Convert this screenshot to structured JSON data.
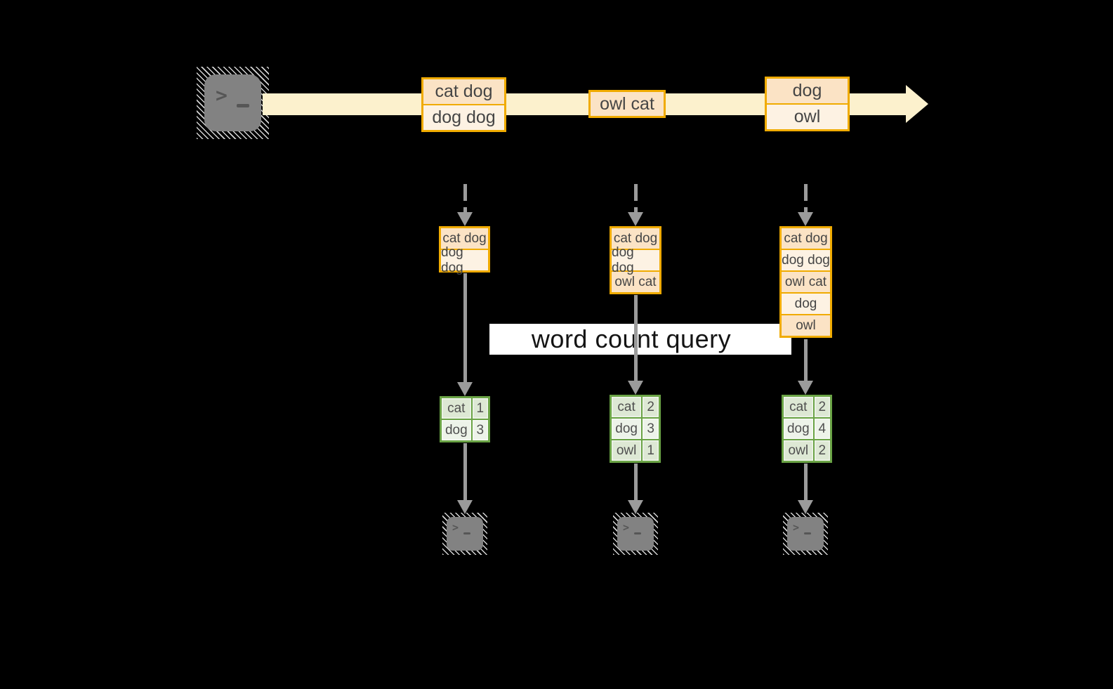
{
  "query": {
    "label": "word count query"
  },
  "colors": {
    "background": "#000000",
    "stream_band": "#fcf1cd",
    "box_border": "#f0ab00",
    "box_fill_peach": "#fbe3c5",
    "box_fill_cream": "#fdf2e3",
    "table_border": "#6aa345",
    "table_cell_dark": "#dde8d4",
    "table_cell_light": "#edf3e9",
    "arrow_gray": "#9b9b9b",
    "terminal_gray": "#828282",
    "query_band_bg": "#ffffff",
    "text_dark": "#454545"
  },
  "stream": {
    "batches": [
      {
        "rows": [
          "cat dog",
          "dog dog"
        ]
      },
      {
        "rows": [
          "owl cat"
        ]
      },
      {
        "rows": [
          "dog",
          "owl"
        ]
      }
    ]
  },
  "columns": [
    {
      "accumulated_rows": [
        "cat dog",
        "dog dog"
      ],
      "counts": [
        {
          "word": "cat",
          "count": "1"
        },
        {
          "word": "dog",
          "count": "3"
        }
      ]
    },
    {
      "accumulated_rows": [
        "cat dog",
        "dog dog",
        "owl cat"
      ],
      "counts": [
        {
          "word": "cat",
          "count": "2"
        },
        {
          "word": "dog",
          "count": "3"
        },
        {
          "word": "owl",
          "count": "1"
        }
      ]
    },
    {
      "accumulated_rows": [
        "cat dog",
        "dog dog",
        "owl cat",
        "dog",
        "owl"
      ],
      "counts": [
        {
          "word": "cat",
          "count": "2"
        },
        {
          "word": "dog",
          "count": "4"
        },
        {
          "word": "owl",
          "count": "2"
        }
      ]
    }
  ]
}
